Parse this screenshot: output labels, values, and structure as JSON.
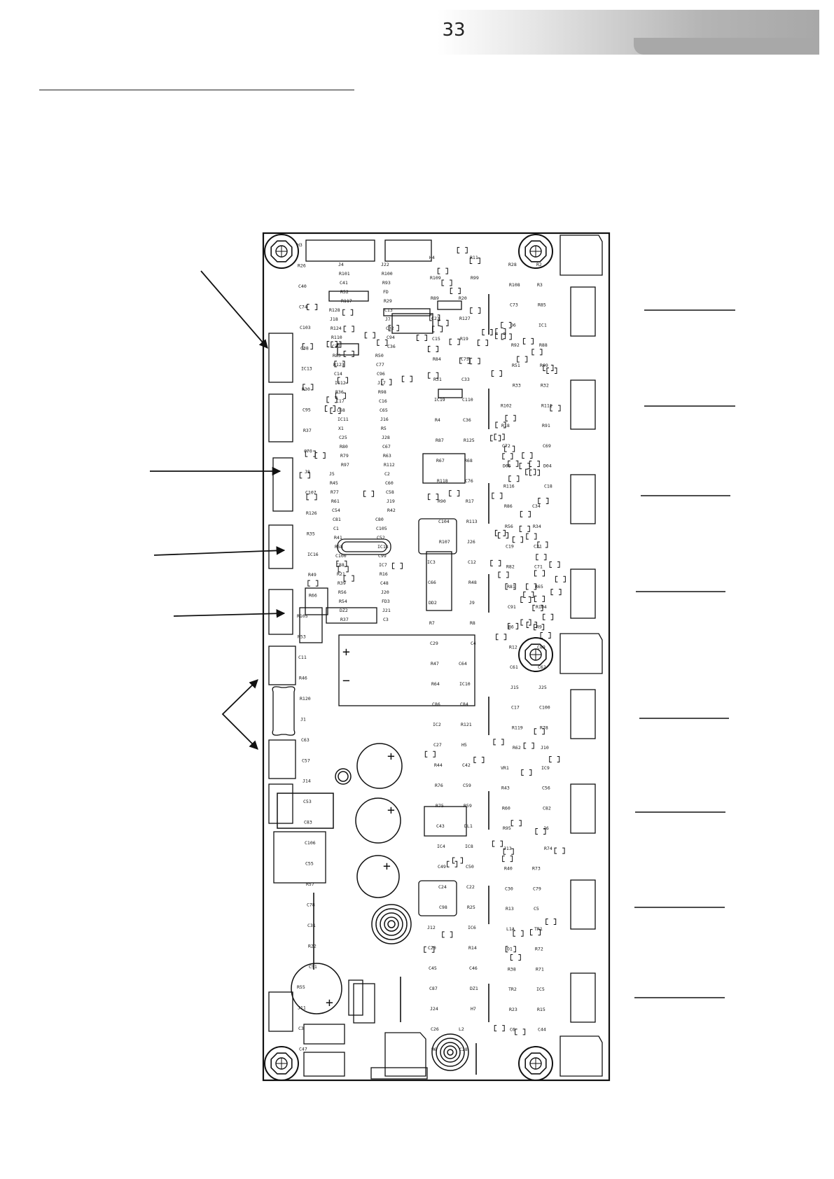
{
  "page": {
    "number": "33"
  },
  "board": {
    "ref_labels": [
      "H3",
      "J4",
      "J22",
      "H4",
      "R11",
      "R28",
      "R2",
      "R26",
      "R101",
      "R100",
      "R109",
      "R99",
      "R108",
      "R3",
      "C40",
      "C41",
      "R93",
      "R89",
      "R20",
      "C73",
      "R85",
      "C74",
      "R52",
      "FD",
      "C23",
      "R127",
      "D6",
      "IC1",
      "C103",
      "R117",
      "R29",
      "C15",
      "R19",
      "R92",
      "R88",
      "C38",
      "R128",
      "C13",
      "R84",
      "C75",
      "R51",
      "R69",
      "IC13",
      "J18",
      "J7",
      "R31",
      "C33",
      "R33",
      "R32",
      "R30",
      "R124",
      "C32",
      "IC19",
      "C110",
      "R102",
      "R111",
      "C95",
      "R110",
      "C94",
      "R4",
      "C36",
      "R18",
      "R91",
      "R37",
      "C37",
      "C36",
      "R87",
      "R125",
      "C72",
      "C69",
      "C70",
      "R83",
      "R50",
      "R67",
      "R68",
      "D05",
      "D04",
      "J8",
      "R123",
      "C77",
      "R118",
      "C76",
      "R116",
      "C18",
      "C107",
      "C14",
      "C96",
      "R90",
      "R17",
      "R86",
      "C34",
      "R126",
      "IC12",
      "J17",
      "C104",
      "R113",
      "R56",
      "R34",
      "R35",
      "R36",
      "R98",
      "R107",
      "J26",
      "C19",
      "C21",
      "IC16",
      "C17",
      "C16",
      "IC3",
      "C12",
      "R82",
      "C71",
      "R49",
      "C68",
      "C65",
      "C66",
      "R48",
      "R81",
      "R65",
      "R66",
      "IC11",
      "J16",
      "DD2",
      "J9",
      "C91",
      "R104",
      "R105",
      "X1",
      "R5",
      "R7",
      "R8",
      "R6",
      "R9",
      "R53",
      "C25",
      "J28",
      "C29",
      "C4",
      "R12",
      "C89",
      "C11",
      "R80",
      "C67",
      "R47",
      "C64",
      "C61",
      "C62",
      "R46",
      "R79",
      "R63",
      "R64",
      "IC10",
      "J15",
      "J25",
      "R120",
      "R97",
      "R112",
      "C86",
      "C84",
      "C17",
      "C100",
      "J1",
      "J5",
      "C2",
      "IC2",
      "R121",
      "R119",
      "R78",
      "C63",
      "R45",
      "C60",
      "C27",
      "H5",
      "R62",
      "J10",
      "C57",
      "R77",
      "C58",
      "R44",
      "C42",
      "VR1",
      "IC9",
      "J14",
      "R61",
      "J19",
      "R76",
      "C59",
      "R43",
      "C56",
      "C53",
      "C54",
      "R42",
      "R75",
      "R59",
      "R60",
      "C82",
      "C83",
      "C81",
      "C80",
      "C43",
      "DL1",
      "R95",
      "J6",
      "C106",
      "C1",
      "C105",
      "IC4",
      "IC8",
      "J13",
      "R74",
      "C55",
      "R41",
      "C52",
      "C49",
      "C50",
      "R40",
      "R73",
      "R57",
      "R58",
      "IC18",
      "C24",
      "C22",
      "C30",
      "C79",
      "C78",
      "C100",
      "C99",
      "C98",
      "R25",
      "R13",
      "C5",
      "C31",
      "C88",
      "IC7",
      "J12",
      "IC6",
      "L1A",
      "TR1",
      "R22",
      "R21",
      "R16",
      "C20",
      "R14",
      "D1",
      "R72",
      "C51",
      "R39",
      "C48",
      "C45",
      "C46",
      "R38",
      "R71",
      "R55",
      "R56",
      "J20",
      "C87",
      "DZ1",
      "TR2",
      "IC5",
      "J11",
      "R54",
      "FD3",
      "J24",
      "H7",
      "R23",
      "R15",
      "C3",
      "DZ2",
      "J21",
      "C26",
      "L2",
      "C6",
      "C44",
      "C47",
      "R37",
      "C3",
      "H6",
      "C28"
    ],
    "mounting_holes": [
      "H3",
      "H4",
      "H5",
      "H6",
      "H7"
    ],
    "polarity_marks": [
      "+",
      "−",
      "+",
      "+",
      "+",
      "+"
    ]
  },
  "callouts": {
    "arrow_count": 5,
    "blank_label_lines": 9
  }
}
